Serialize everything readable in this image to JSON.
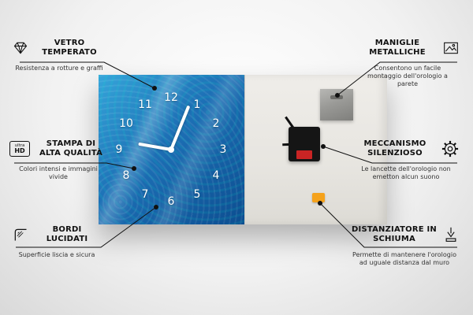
{
  "callouts": {
    "left": [
      {
        "title": "VETRO TEMPERATO",
        "desc": "Resistenza a rotture e graffi",
        "icon": "diamond"
      },
      {
        "title": "STAMPA DI ALTA QUALITÀ",
        "desc": "Colori intensi e immagini vivide",
        "icon": "ultra-hd"
      },
      {
        "title": "BORDI LUCIDATI",
        "desc": "Superficie liscia e sicura",
        "icon": "polished-edge"
      }
    ],
    "right": [
      {
        "title": "MANIGLIE METALLICHE",
        "desc": "Consentono un facile montaggio dell'orologio a parete",
        "icon": "picture-frame"
      },
      {
        "title": "MECCANISMO SILENZIOSO",
        "desc": "Le lancette dell'orologio non emetton alcun suono",
        "icon": "gear"
      },
      {
        "title": "DISTANZIATORE IN SCHIUMA",
        "desc": "Permette di mantenere l'orologio ad uguale distanza dal muro",
        "icon": "down-arrow-spacer"
      }
    ]
  },
  "icons": {
    "ultra_hd": {
      "line1": "ultra",
      "line2": "HD"
    }
  },
  "clock": {
    "numbers": [
      "12",
      "1",
      "2",
      "3",
      "4",
      "5",
      "6",
      "7",
      "8",
      "9",
      "10",
      "11"
    ]
  },
  "colors": {
    "clock_blue": "#1d6fb5",
    "panel_gray": "#e9e7e2",
    "spacer_orange": "#f5a21b",
    "mechanism_black": "#151515",
    "line_black": "#111111"
  }
}
